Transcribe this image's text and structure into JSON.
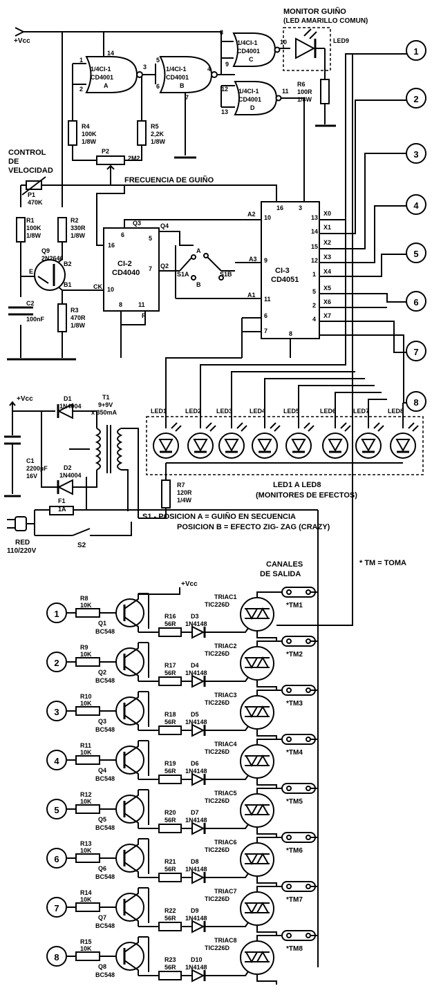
{
  "labels": {
    "vcc": "+Vcc",
    "vcc_plain": "+Vcc",
    "monitor_title": "MONITOR GUIÑO",
    "monitor_sub": "(LED AMARILLO COMUN)",
    "led9": "LED9",
    "r6": "R6",
    "r6v": "100R",
    "r6w": "1/8W",
    "gate_a1": "1/4CI-1",
    "gate_a2": "CD4001",
    "gate_a3": "A",
    "gate_b1": "1/4CI-1",
    "gate_b2": "CD4001",
    "gate_b3": "B",
    "gate_c1": "1/4CI-1",
    "gate_c2": "CD4001",
    "gate_c3": "C",
    "gate_d1": "1/4CI-1",
    "gate_d2": "CD4001",
    "gate_d3": "D",
    "r4": "R4",
    "r4v": "100K",
    "r4w": "1/8W",
    "r5": "R5",
    "r5v": "2,2K",
    "r5w": "1/8W",
    "p2": "P2",
    "p2v": "2M2",
    "freq": "FRECUENCIA DE GUIÑO",
    "ctrl1": "CONTROL",
    "ctrl2": "DE",
    "ctrl3": "VELOCIDAD",
    "p1": "P1",
    "p1v": "470K",
    "r1": "R1",
    "r1v": "100K",
    "r1w": "1/8W",
    "r2": "R2",
    "r2v": "330R",
    "r2w": "1/8W",
    "q9": "Q9",
    "q9v": "2N2646",
    "e": "E",
    "b1": "B1",
    "b2": "B2",
    "c2": "C2",
    "c2v": "100nF",
    "r3": "R3",
    "r3v": "470R",
    "r3w": "1/8W",
    "ci2": "CI-2",
    "ci2v": "CD4040",
    "ci3": "CI-3",
    "ci3v": "CD4051",
    "ck": "CK",
    "q2": "Q2",
    "q3": "Q3",
    "q4": "Q4",
    "rr": "R",
    "a1": "A1",
    "a2": "A2",
    "a3": "A3",
    "s1a": "S1A",
    "s1b": "S1B",
    "sa": "A",
    "sb": "B",
    "x0": "X0",
    "x1": "X1",
    "x2": "X2",
    "x3": "X3",
    "x4": "X4",
    "x5": "X5",
    "x6": "X6",
    "x7": "X7",
    "d1": "D1",
    "d1v": "1N4004",
    "d2": "D2",
    "d2v": "1N4004",
    "t1": "T1",
    "t1v": "9+9V",
    "t1c": "x 350mA",
    "c1": "C1",
    "c1v": "2200µF",
    "c1w": "16V",
    "f1": "F1",
    "f1v": "1A",
    "red": "RED",
    "redv": "110/220V",
    "s2": "S2",
    "r7": "R7",
    "r7v": "120R",
    "r7w": "1/4W",
    "led_group1": "LED1 A LED8",
    "led_group2": "(MONITORES DE EFECTOS)",
    "s1_line1": "S1 - POSICION A = GUIÑO  EN SECUENCIA",
    "s1_line2": "POSICION B = EFECTO ZIG- ZAG (CRAZY)",
    "tm_note": "* TM = TOMA",
    "canales1": "CANALES",
    "canales2": "DE SALIDA"
  },
  "leds": [
    "LED1",
    "LED2",
    "LED3",
    "LED4",
    "LED5",
    "LED6",
    "LED7",
    "LED8"
  ],
  "circled": [
    "1",
    "2",
    "3",
    "4",
    "5",
    "6",
    "7",
    "8"
  ],
  "channels": [
    {
      "r": "R8",
      "rv": "10K",
      "q": "Q1",
      "qv": "BC548",
      "rd": "R16",
      "rdv": "56R",
      "d": "D3",
      "dv": "1N4148",
      "tr": "TRIAC1",
      "trv": "TIC226D",
      "tm": "*TM1"
    },
    {
      "r": "R9",
      "rv": "10K",
      "q": "Q2",
      "qv": "BC548",
      "rd": "R17",
      "rdv": "56R",
      "d": "D4",
      "dv": "1N4148",
      "tr": "TRIAC2",
      "trv": "TIC226D",
      "tm": "*TM2"
    },
    {
      "r": "R10",
      "rv": "10K",
      "q": "Q3",
      "qv": "BC548",
      "rd": "R18",
      "rdv": "56R",
      "d": "D5",
      "dv": "1N4148",
      "tr": "TRIAC3",
      "trv": "TIC226D",
      "tm": "*TM3"
    },
    {
      "r": "R11",
      "rv": "10K",
      "q": "Q4",
      "qv": "BC548",
      "rd": "R19",
      "rdv": "56R",
      "d": "D6",
      "dv": "1N4148",
      "tr": "TRIAC4",
      "trv": "TIC226D",
      "tm": "*TM4"
    },
    {
      "r": "R12",
      "rv": "10K",
      "q": "Q5",
      "qv": "BC548",
      "rd": "R20",
      "rdv": "56R",
      "d": "D7",
      "dv": "1N4148",
      "tr": "TRIAC5",
      "trv": "TIC226D",
      "tm": "*TM5"
    },
    {
      "r": "R13",
      "rv": "10K",
      "q": "Q6",
      "qv": "BC548",
      "rd": "R21",
      "rdv": "56R",
      "d": "D8",
      "dv": "1N4148",
      "tr": "TRIAC6",
      "trv": "TIC226D",
      "tm": "*TM6"
    },
    {
      "r": "R14",
      "rv": "10K",
      "q": "Q7",
      "qv": "BC548",
      "rd": "R22",
      "rdv": "56R",
      "d": "D9",
      "dv": "1N4148",
      "tr": "TRIAC7",
      "trv": "TIC226D",
      "tm": "*TM7"
    },
    {
      "r": "R15",
      "rv": "10K",
      "q": "Q8",
      "qv": "BC548",
      "rd": "R23",
      "rdv": "56R",
      "d": "D10",
      "dv": "1N4148",
      "tr": "TRIAC8",
      "trv": "TIC226D",
      "tm": "*TM8"
    }
  ]
}
